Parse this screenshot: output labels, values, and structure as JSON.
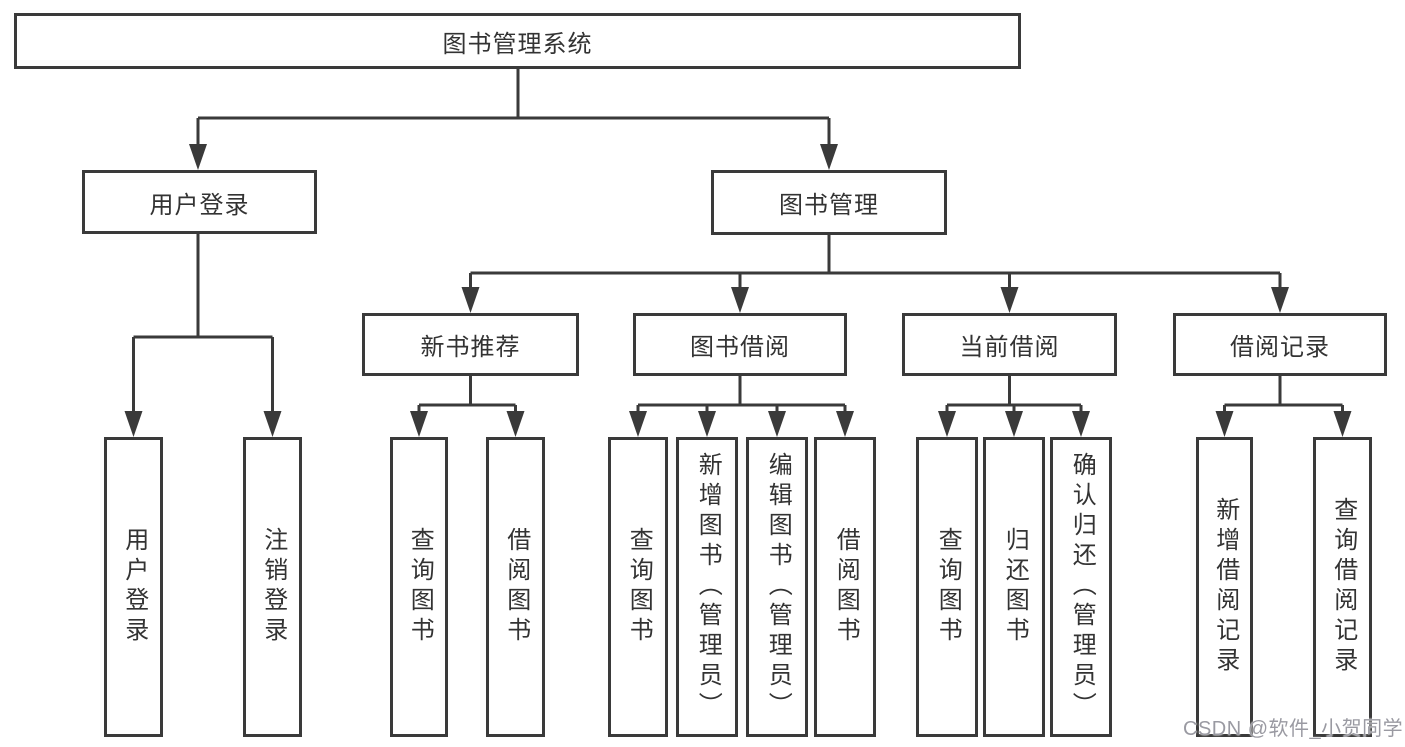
{
  "diagram": {
    "root": {
      "label": "图书管理系统"
    },
    "branches": [
      {
        "label": "用户登录",
        "children": [
          {
            "label": "用户登录"
          },
          {
            "label": "注销登录"
          }
        ]
      },
      {
        "label": "图书管理",
        "children": [
          {
            "label": "新书推荐",
            "children": [
              {
                "label": "查询图书"
              },
              {
                "label": "借阅图书"
              }
            ]
          },
          {
            "label": "图书借阅",
            "children": [
              {
                "label": "查询图书"
              },
              {
                "label": "新增图书（管理员）"
              },
              {
                "label": "编辑图书（管理员）"
              },
              {
                "label": "借阅图书"
              }
            ]
          },
          {
            "label": "当前借阅",
            "children": [
              {
                "label": "查询图书"
              },
              {
                "label": "归还图书"
              },
              {
                "label": "确认归还（管理员）"
              }
            ]
          },
          {
            "label": "借阅记录",
            "children": [
              {
                "label": "新增借阅记录"
              },
              {
                "label": "查询借阅记录"
              }
            ]
          }
        ]
      }
    ]
  },
  "watermark": {
    "text": "CSDN @软件_小贺同学"
  },
  "colors": {
    "line": "#3a3a3a",
    "text": "#333333",
    "watermark": "#9a9aa2",
    "background": "#ffffff"
  }
}
